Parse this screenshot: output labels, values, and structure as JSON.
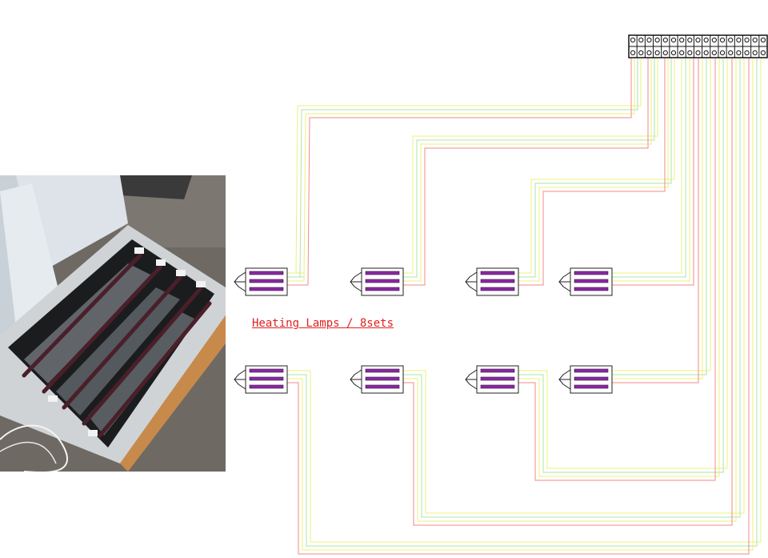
{
  "caption": "Heating Lamps / 8sets",
  "colors": {
    "wire_red": "#f08a8a",
    "wire_green": "#a9e6a9",
    "wire_yellow": "#eef07a",
    "lamp_tube": "#8a2aa0",
    "caption": "#e02020",
    "outline": "#333333"
  },
  "lamp_rows": 2,
  "lamps_per_row": 4,
  "terminal_block_positions": 17,
  "photo": {
    "subject": "open heating lamp box with purple infrared tubes",
    "tube_color": "#4a1f2a"
  }
}
